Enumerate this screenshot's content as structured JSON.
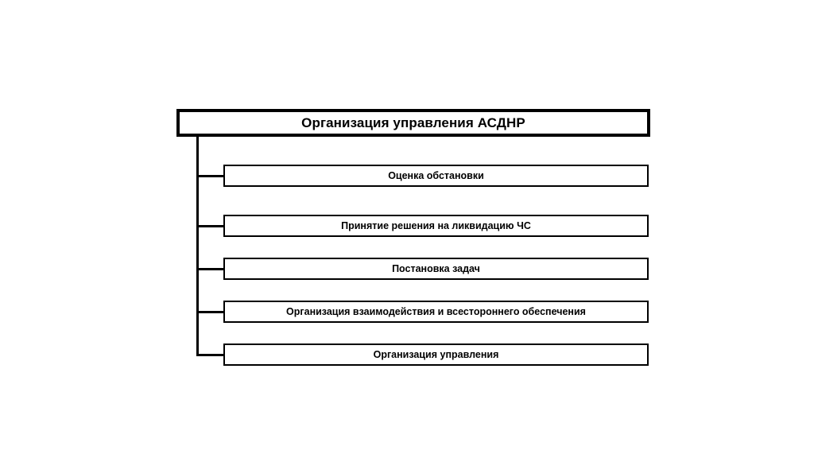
{
  "slide": {
    "background_color": "#ffffff",
    "line_color": "#000000",
    "text_color": "#000000"
  },
  "diagram": {
    "type": "hierarchy-tree",
    "orientation": "vertical-trunk-left",
    "root": {
      "label": "Организация управления АСДНР"
    },
    "children": [
      {
        "label": "Оценка обстановки"
      },
      {
        "label": "Принятие решения на ликвидацию ЧС"
      },
      {
        "label": "Постановка задач"
      },
      {
        "label": "Организация взаимодействия и всестороннего обеспечения"
      },
      {
        "label": "Организация управления"
      }
    ]
  }
}
